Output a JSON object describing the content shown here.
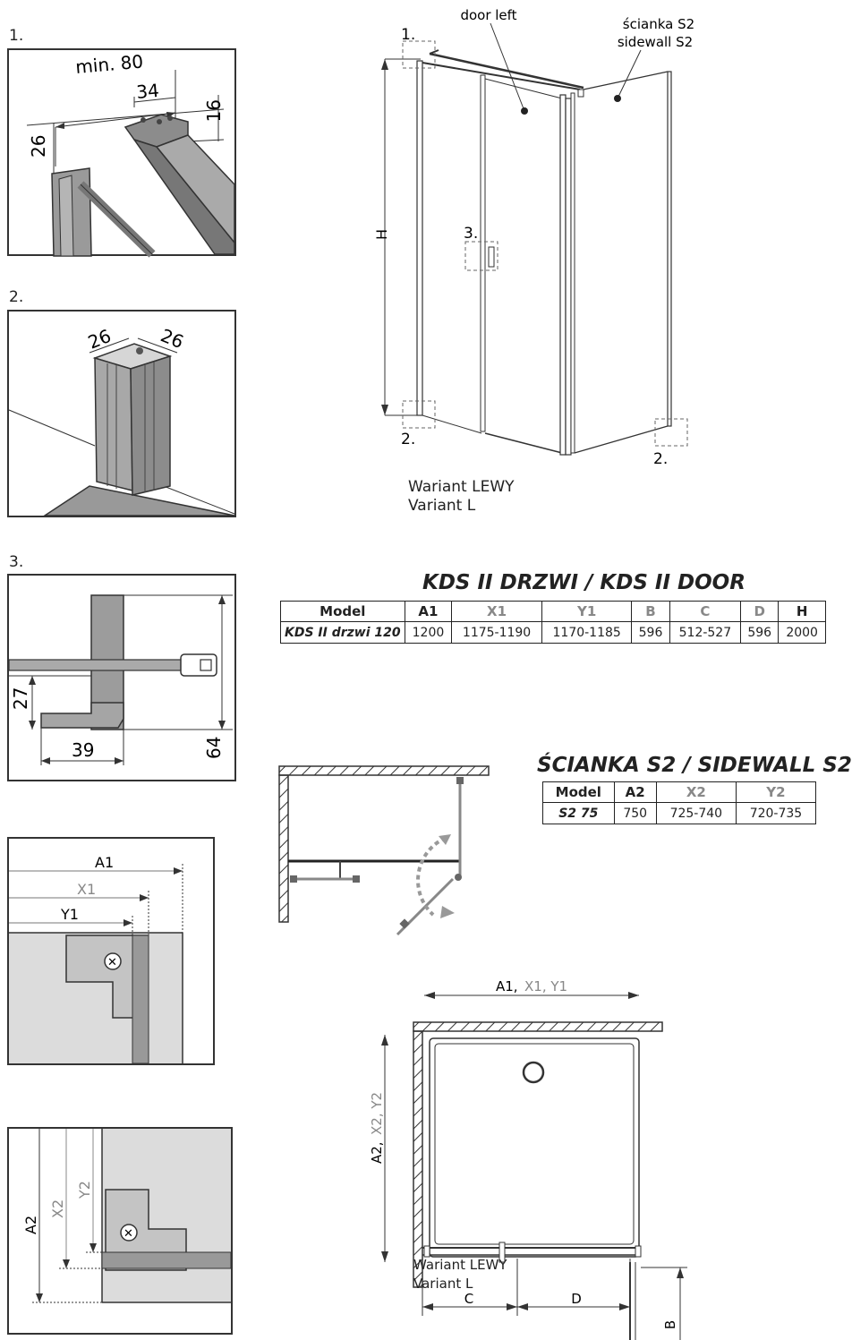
{
  "detail_labels": {
    "d1": "1.",
    "d2": "2.",
    "d3": "3."
  },
  "detail1": {
    "min80": "min. 80",
    "v34": "34",
    "v16": "16",
    "v26": "26"
  },
  "detail2": {
    "a": "26",
    "b": "26"
  },
  "detail3": {
    "v27": "27",
    "v39": "39",
    "v64": "64"
  },
  "main": {
    "door_left": "door left",
    "sidewall_pl": "ścianka S2",
    "sidewall_en": "sidewall S2",
    "h": "H",
    "c1": "1.",
    "c2a": "2.",
    "c2b": "2.",
    "c3": "3.",
    "variant_pl": "Wariant LEWY",
    "variant_en": "Variant L"
  },
  "door_table": {
    "title": "KDS II DRZWI / KDS II DOOR",
    "headers": [
      "Model",
      "A1",
      "X1",
      "Y1",
      "B",
      "C",
      "D",
      "H"
    ],
    "row": [
      "KDS II drzwi 120",
      "1200",
      "1175-1190",
      "1170-1185",
      "596",
      "512-527",
      "596",
      "2000"
    ]
  },
  "sidewall_table": {
    "title": "ŚCIANKA S2 / SIDEWALL S2",
    "headers": [
      "Model",
      "A2",
      "X2",
      "Y2"
    ],
    "row": [
      "S2 75",
      "750",
      "725-740",
      "720-735"
    ]
  },
  "measure1": {
    "a1": "A1",
    "x1": "X1",
    "y1": "Y1"
  },
  "measure2": {
    "a2": "A2",
    "x2": "X2",
    "y2": "Y2"
  },
  "plan": {
    "top_a": "A1, ",
    "top_b": "X1, Y1",
    "side_a": "A2, ",
    "side_b": "X2, Y2",
    "c": "C",
    "d": "D",
    "b": "B",
    "variant_pl": "Wariant LEWY",
    "variant_en": "Variant L"
  },
  "colors": {
    "line": "#222222",
    "grey": "#8a8a8a",
    "fill": "#9c9c9c"
  }
}
